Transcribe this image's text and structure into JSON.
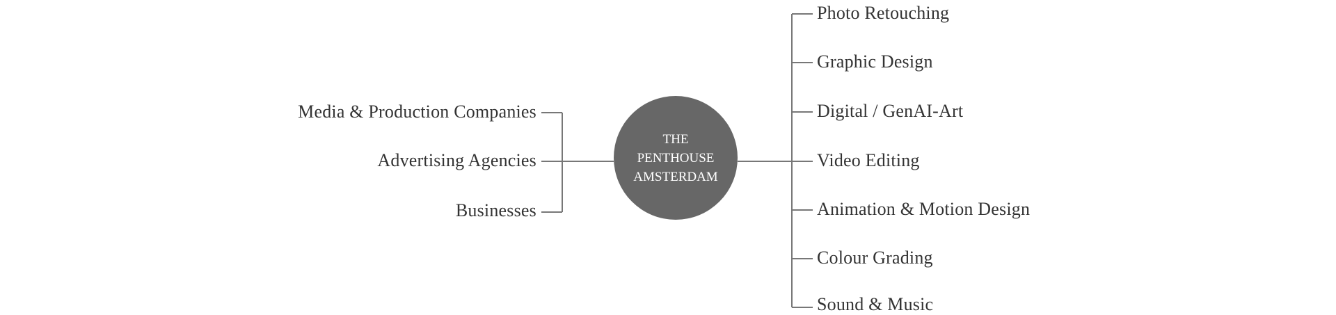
{
  "hub": {
    "line1": "THE",
    "line2": "PENTHOUSE",
    "line3": "AMSTERDAM",
    "color": "#676767"
  },
  "clients": [
    "Media & Production Companies",
    "Advertising Agencies",
    "Businesses"
  ],
  "services": [
    "Photo Retouching",
    "Graphic Design",
    "Digital / GenAI-Art",
    "Video Editing",
    "Animation & Motion Design",
    "Colour Grading",
    "Sound & Music"
  ],
  "line_color": "#777777"
}
